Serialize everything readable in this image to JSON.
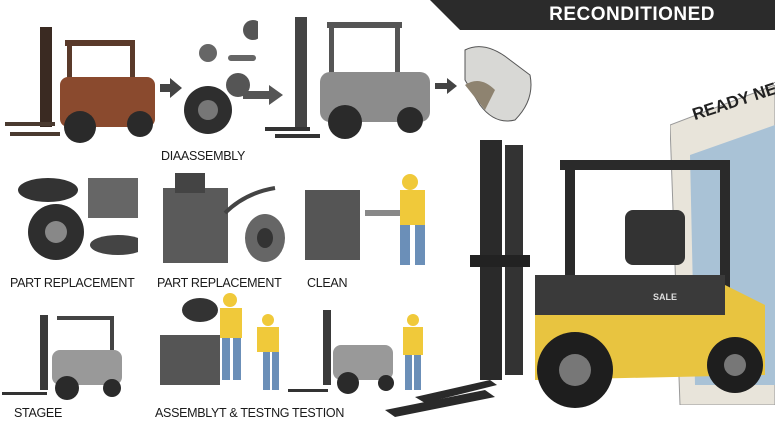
{
  "banner": {
    "title": "RECONDITIONED"
  },
  "steps": [
    {
      "label": "DIAASSEMBLY"
    },
    {
      "label": "PART REPLACEMENT"
    },
    {
      "label": "PART REPLACEMENT"
    },
    {
      "label": "CLEAN"
    },
    {
      "label": "STAGEE"
    },
    {
      "label": "ASSEMBLYT & TESTNG"
    },
    {
      "label": "TESTION"
    }
  ],
  "showroom": {
    "sign": "READY NEW"
  },
  "hero_forklift": {
    "decal": "SALE",
    "color": "#e8c440"
  },
  "colors": {
    "banner": "#2b2b2b",
    "rust": "#8a4a2e",
    "grey_forklift": "#8c8c8c",
    "worker_shirt": "#f0c93a"
  }
}
